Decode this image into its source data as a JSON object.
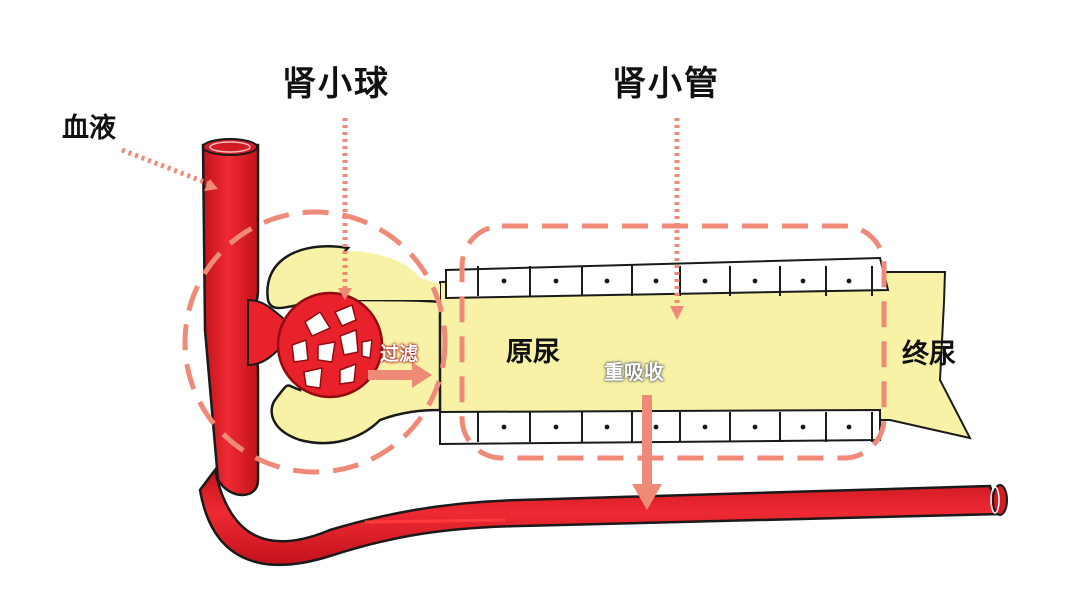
{
  "labels": {
    "blood": "血液",
    "glomerulus": "肾小球",
    "tubule": "肾小管",
    "filtration": "过滤",
    "primary_urine": "原尿",
    "reabsorption": "重吸收",
    "final_urine": "终尿"
  },
  "colors": {
    "blood_vessel": "#e8212b",
    "vessel_dark": "#b5121b",
    "capsule_fill": "#f8f2a6",
    "dashed_callout": "#f08a78",
    "outline": "#1a1a1a"
  },
  "icons": [
    "arrow-right-icon",
    "arrow-down-icon",
    "dotted-pointer-icon"
  ]
}
